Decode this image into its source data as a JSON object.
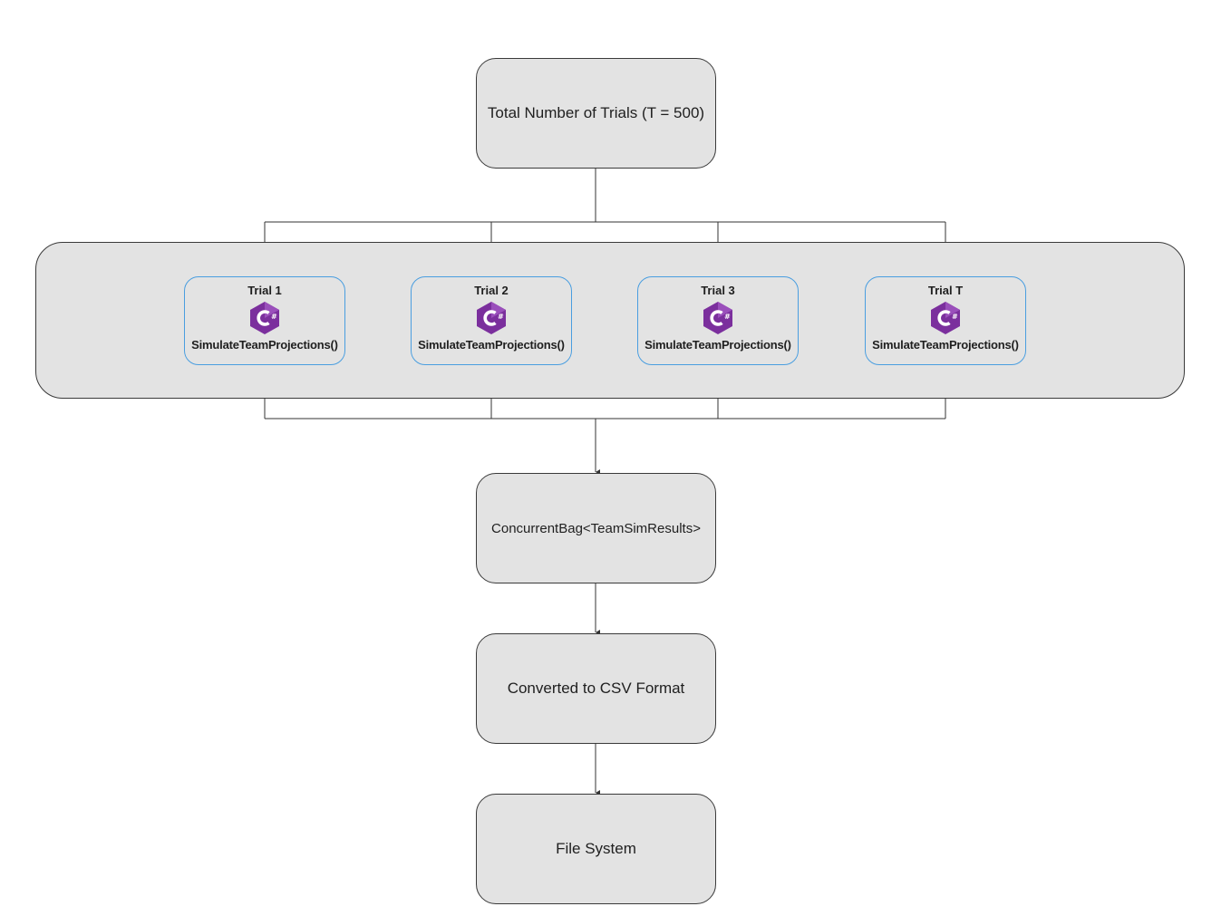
{
  "diagram": {
    "top_box": {
      "label": "Total Number of Trials (T = 500)"
    },
    "trials": [
      {
        "title": "Trial 1",
        "icon": "csharp-icon",
        "function": "SimulateTeamProjections()"
      },
      {
        "title": "Trial 2",
        "icon": "csharp-icon",
        "function": "SimulateTeamProjections()"
      },
      {
        "title": "Trial 3",
        "icon": "csharp-icon",
        "function": "SimulateTeamProjections()"
      },
      {
        "title": "Trial T",
        "icon": "csharp-icon",
        "function": "SimulateTeamProjections()"
      }
    ],
    "collector_box": {
      "label": "ConcurrentBag<TeamSimResults>"
    },
    "csv_box": {
      "label": "Converted to CSV Format"
    },
    "fs_box": {
      "label": "File System"
    }
  },
  "colors": {
    "box_fill": "#e3e3e3",
    "box_border": "#3a3a3a",
    "trial_border": "#4a9ee0",
    "csharp_purple": "#7b2f9d",
    "connector": "#333333"
  }
}
